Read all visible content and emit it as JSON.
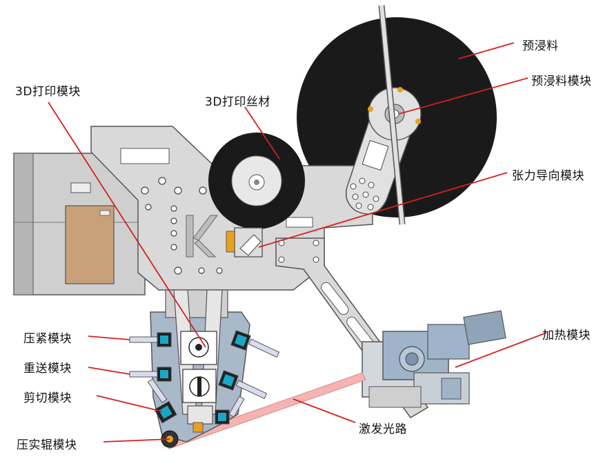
{
  "labels": {
    "printing_module": "3D打印模块",
    "filament": "3D打印丝材",
    "prepreg": "预浸料",
    "prepreg_module": "预浸料模块",
    "tension_guide": "张力导向模块",
    "clamping": "压紧模块",
    "refeed": "重送模块",
    "cutting": "剪切模块",
    "compaction_roller": "压实辊模块",
    "heating": "加热模块",
    "laser_path": "激发光路"
  },
  "colors": {
    "leader_line": "#d42020",
    "frame": "#d9d9d9",
    "frame_stroke": "#555555",
    "spool": "#1a1a1a",
    "copper_plate": "#c8a07a",
    "laser_beam": "#f4b4b4",
    "cyan_part": "#1aa7c7",
    "steel_blue": "#9fb4c8"
  }
}
